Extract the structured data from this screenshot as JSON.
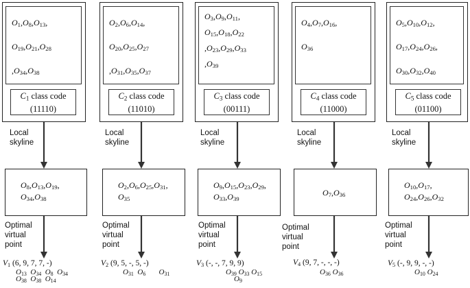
{
  "columns": [
    {
      "cluster_lines": [
        "O1,O8,O13,",
        "O19,O21,O28",
        ",O34,O38"
      ],
      "class_code_label": "C1 class code",
      "class_code_value": "(11110)",
      "arrow1_label": [
        "Local",
        "skyline"
      ],
      "skyline_lines": [
        "O8,O13,O19,",
        "O34,O38"
      ],
      "arrow2_label": [
        "Optimal",
        "virtual",
        "point"
      ],
      "vector_text": "V1 (6, 9, 7, 7, -)",
      "sources_row1": "O13  O34  O8  O34",
      "sources_row2": "O38  O38  O14",
      "sources_row3": ""
    },
    {
      "cluster_lines": [
        "O2,O6,O14,",
        "O20,O25,O27",
        ",O31,O35,O37"
      ],
      "class_code_label": "C2 class code",
      "class_code_value": "(11010)",
      "arrow1_label": [
        "Local",
        "skyline"
      ],
      "skyline_lines": [
        "O2,O6,O25,O31,",
        "O35"
      ],
      "arrow2_label": [
        "Optimal",
        "virtual",
        "point"
      ],
      "vector_text": "V2 (9, 5, -, 5, -)",
      "sources_row1": "O31  O6       O31",
      "sources_row2": "",
      "sources_row3": ""
    },
    {
      "cluster_lines": [
        "O3,O9,O11,",
        "O15,O18,O22",
        ",O23,O29,O33",
        ",O39"
      ],
      "class_code_label": "C3 class code",
      "class_code_value": "(00111)",
      "arrow1_label": [
        "Local",
        "skyline"
      ],
      "skyline_lines": [
        "O9,O15,O23,O29,",
        "O33,O39"
      ],
      "arrow2_label": [
        "Optimal",
        "virtual",
        "point"
      ],
      "vector_text": "V3 (-, -, 7, 9, 9)",
      "sources_row1": "O39 O33 O15",
      "sources_row2": "O9",
      "sources_row3": ""
    },
    {
      "cluster_lines": [
        "O4,O7,O16,",
        "O36"
      ],
      "class_code_label": "C4 class code",
      "class_code_value": "(11000)",
      "arrow1_label": [
        "Local",
        "skyline"
      ],
      "skyline_lines": [
        "O7,O36"
      ],
      "arrow2_label": [
        "Optimal",
        "virtual",
        "point"
      ],
      "vector_text": "V4 (9, 7, -, -, -)",
      "sources_row1": "O36 O36",
      "sources_row2": "",
      "sources_row3": ""
    },
    {
      "cluster_lines": [
        "O5,O10,O12,",
        "O17,O24,O26,",
        "O30,O32,O40"
      ],
      "class_code_label": "C5 class code",
      "class_code_value": "(01100)",
      "arrow1_label": [
        "Local",
        "skyline"
      ],
      "skyline_lines": [
        "O10,O17,",
        "O24,O26,O32"
      ],
      "arrow2_label": [
        "Optimal",
        "virtual",
        "point"
      ],
      "vector_text": "V5 (-, 9, 9, -, -)",
      "sources_row1": "O10 O24",
      "sources_row2": "",
      "sources_row3": ""
    }
  ]
}
